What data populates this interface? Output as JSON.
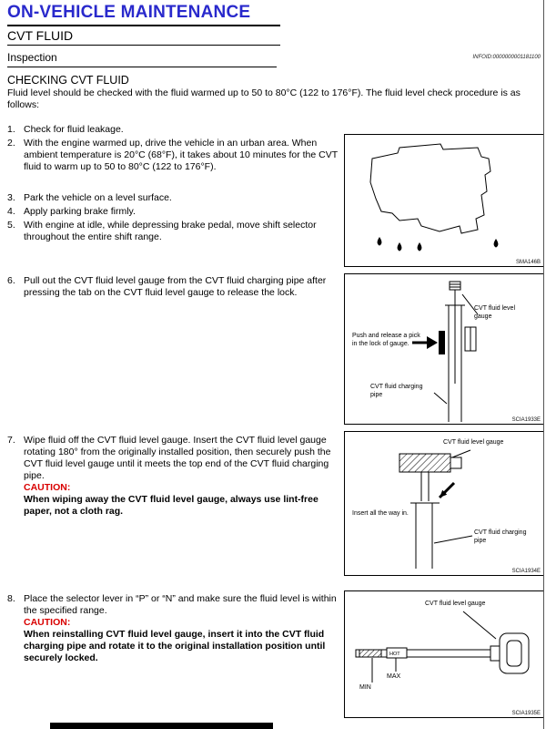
{
  "colors": {
    "title_blue": "#2929cc",
    "caution_red": "#d90000"
  },
  "header": {
    "title": "ON-VEHICLE MAINTENANCE",
    "subtitle": "CVT FLUID",
    "section": "Inspection",
    "infoid": "INFOID:0000000001181100",
    "heading": "CHECKING CVT FLUID",
    "intro": "Fluid level should be checked with the fluid warmed up to 50 to 80°C (122 to 176°F). The fluid level check procedure is as follows:"
  },
  "steps": [
    {
      "num": "1.",
      "text": "Check for fluid leakage."
    },
    {
      "num": "2.",
      "text": "With the engine warmed up, drive the vehicle in an urban area. When ambient temperature is 20°C (68°F), it takes about 10 minutes for the CVT fluid to warm up to 50 to 80°C (122 to 176°F)."
    },
    {
      "num": "3.",
      "text": "Park the vehicle on a level surface."
    },
    {
      "num": "4.",
      "text": "Apply parking brake firmly."
    },
    {
      "num": "5.",
      "text": "With engine at idle, while depressing brake pedal, move shift selector throughout the entire shift range."
    },
    {
      "num": "6.",
      "text": "Pull out the CVT fluid level gauge from the CVT fluid charging pipe after pressing the tab on the CVT fluid level gauge to release the lock."
    },
    {
      "num": "7.",
      "text": "Wipe fluid off the CVT fluid level gauge. Insert the CVT fluid level gauge rotating 180° from the originally installed position, then securely push the CVT fluid level gauge until it meets the top end of the CVT fluid charging pipe.",
      "caution_label": "CAUTION:",
      "caution": "When wiping away the CVT fluid level gauge, always use lint-free paper, not a cloth rag."
    },
    {
      "num": "8.",
      "text": "Place the selector lever in “P” or “N” and make sure the fluid level is within the specified range.",
      "caution_label": "CAUTION:",
      "caution": "When reinstalling CVT fluid level gauge, insert it into the CVT fluid charging pipe and rotate it to the original installation position until securely locked."
    }
  ],
  "figures": {
    "fig1": {
      "code": "SMA146B"
    },
    "fig2": {
      "labels": {
        "gauge": "CVT fluid level gauge",
        "push": "Push and release a pick in the lock of gauge.",
        "pipe": "CVT fluid charging pipe"
      },
      "code": "SCIA1933E"
    },
    "fig3": {
      "labels": {
        "gauge": "CVT fluid level gauge",
        "insert": "Insert all the way in.",
        "pipe": "CVT fluid charging pipe"
      },
      "code": "SCIA1934E"
    },
    "fig4": {
      "labels": {
        "gauge": "CVT fluid level gauge",
        "hot": "HOT",
        "max": "MAX",
        "min": "MIN"
      },
      "code": "SCIA1935E"
    }
  }
}
